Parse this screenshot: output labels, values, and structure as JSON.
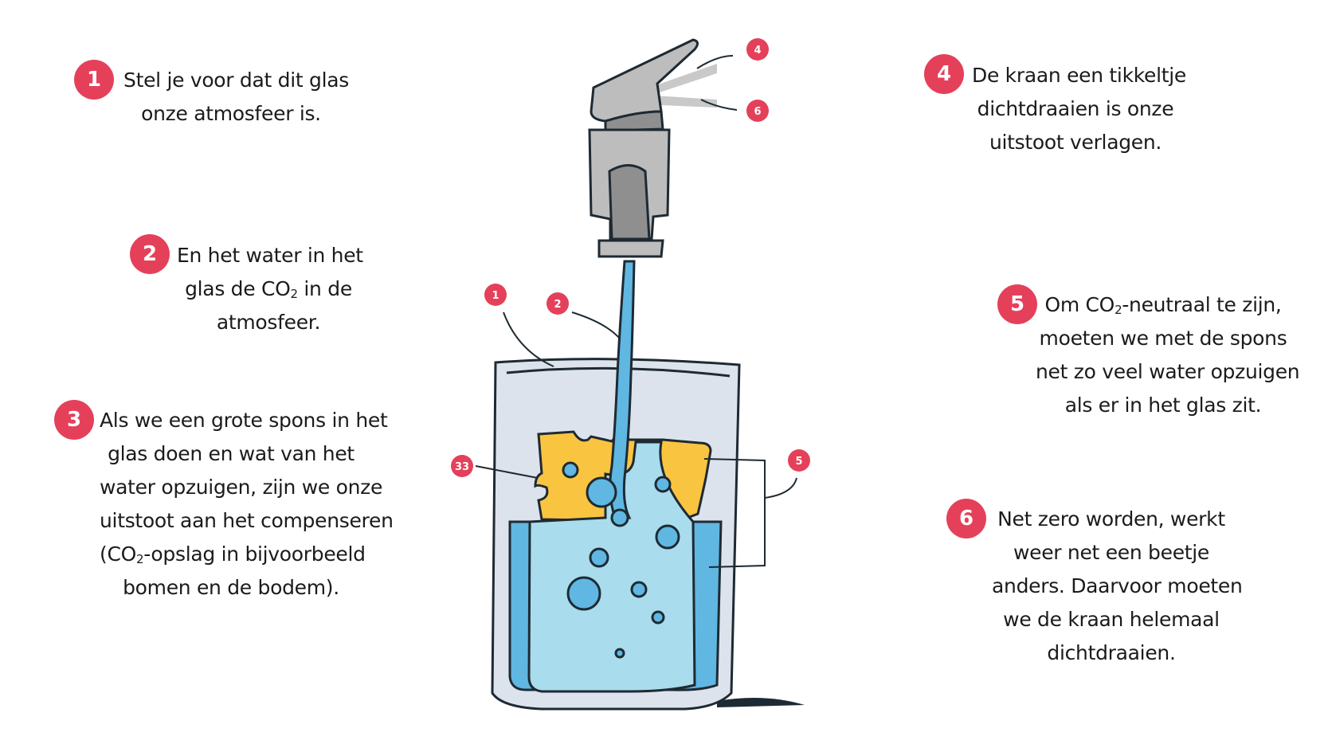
{
  "steps": [
    {
      "number": "1",
      "lines": [
        "Stel je voor dat dit glas",
        "onze atmosfeer is."
      ]
    },
    {
      "number": "2",
      "lines": [
        "En het water in het",
        "glas de CO",
        "atmosfeer."
      ],
      "sub": "2",
      "line2_tail": " in de"
    },
    {
      "number": "3",
      "lines": [
        "Als we een grote spons in het",
        "glas doen en wat van het",
        "water opzuigen, zijn we onze",
        "uitstoot aan het compenseren",
        "(CO",
        "bomen en de bodem)."
      ],
      "sub": "2",
      "line5_tail": "-opslag in bijvoorbeeld"
    },
    {
      "number": "4",
      "lines": [
        "De kraan een tikkeltje",
        "dichtdraaien is onze",
        "uitstoot verlagen."
      ]
    },
    {
      "number": "5",
      "lines": [
        "Om CO",
        "moeten we met de spons",
        "net zo veel water opzuigen",
        "als er in het glas zit."
      ],
      "sub": "2",
      "line1_tail": "-neutraal te zijn,"
    },
    {
      "number": "6",
      "lines": [
        "Net zero worden, werkt",
        "weer net een beetje",
        "anders. Daarvoor moeten",
        "we de kraan helemaal",
        "dichtdraaien."
      ]
    }
  ],
  "markers": {
    "m1": "1",
    "m2": "2",
    "m3": "33",
    "m4": "4",
    "m5": "5",
    "m6": "6"
  },
  "colors": {
    "accent": "#e5405a",
    "water": "#a9dcec",
    "water_dark": "#5fb7e2",
    "sponge": "#f9c440",
    "glass": "#dde3ec",
    "tap": "#bdbdbd",
    "tap_dark": "#8f8f8f",
    "outline": "#1e2a33"
  }
}
